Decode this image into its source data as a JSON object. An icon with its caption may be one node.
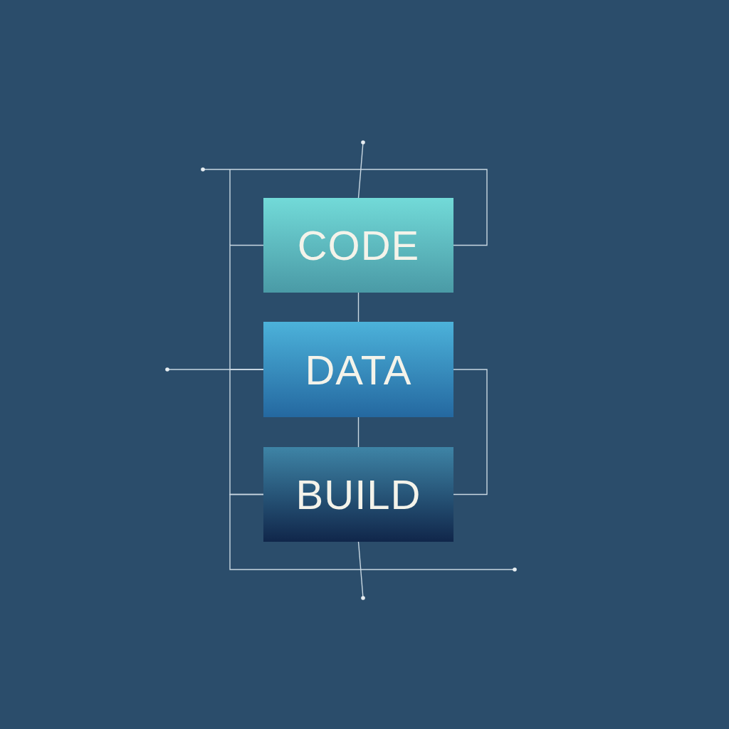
{
  "diagram": {
    "nodes": [
      {
        "text": [
          "CODE"
        ]
      },
      {
        "text": [
          "DATA"
        ]
      },
      {
        "text": [
          "BUILD"
        ]
      }
    ],
    "edges": [
      {
        "from": 0,
        "to": 1,
        "arrow": "none"
      },
      {
        "from": 1,
        "to": 2,
        "arrow": "none"
      },
      {
        "from": null,
        "to": 0,
        "arrow": "other"
      },
      {
        "from": 2,
        "to": null,
        "arrow": "other"
      },
      {
        "from": 0,
        "to": null,
        "arrow": "other"
      },
      {
        "from": null,
        "to": 1,
        "arrow": "other"
      },
      {
        "from": 0,
        "to": 1,
        "arrow": "none"
      },
      {
        "from": 1,
        "to": 2,
        "arrow": "none"
      },
      {
        "from": 2,
        "to": null,
        "arrow": "other"
      },
      {
        "from": 1,
        "to": 2,
        "arrow": "none"
      }
    ]
  }
}
